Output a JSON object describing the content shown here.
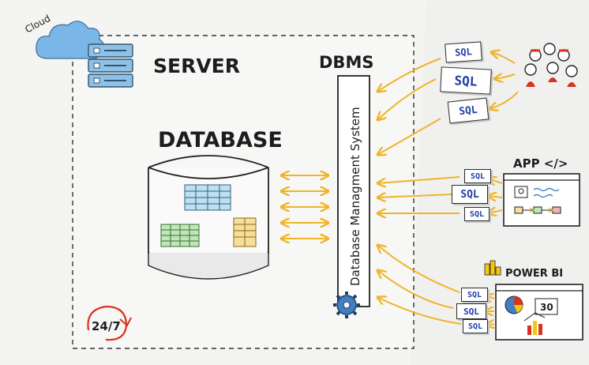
{
  "cloud_label": "Cloud",
  "server_label": "SERVER",
  "dbms_label": "DBMS",
  "database_label": "DATABASE",
  "dbms_full_name": "Database Managment System",
  "availability": "24/7",
  "app_label": "APP </>",
  "powerbi_label": "POWER BI",
  "powerbi_kpi": "30",
  "sql_label": "SQL",
  "colors": {
    "arrow": "#f0b429",
    "cloud": "#7ab6e8",
    "server": "#8fc1e6",
    "sql_text": "#1f3fa6",
    "red": "#d9321f",
    "powerbi": "#f2c811"
  }
}
